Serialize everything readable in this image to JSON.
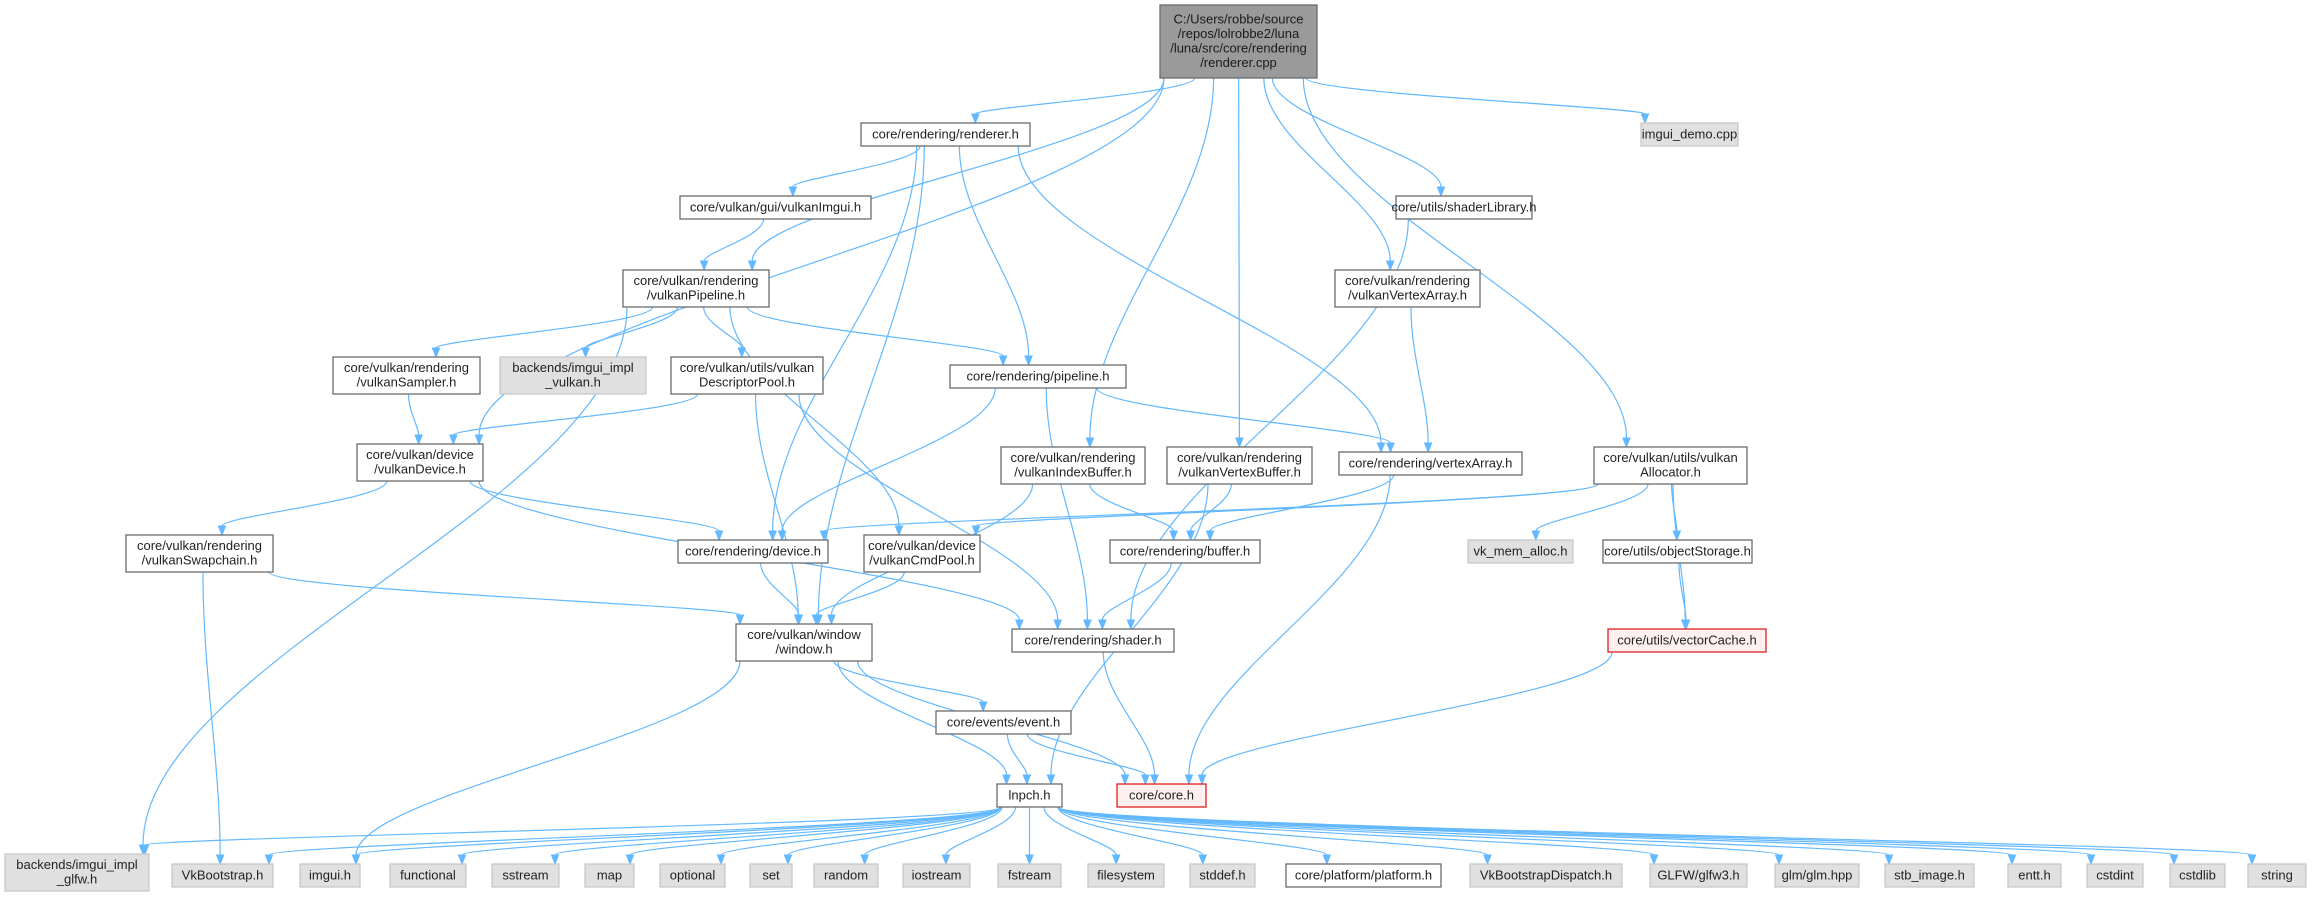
{
  "graph": {
    "nodes": [
      {
        "id": "renderer_cpp",
        "lines": [
          "C:/Users/robbe/source",
          "/repos/lolrobbe2/luna",
          "/luna/src/core/rendering",
          "/renderer.cpp"
        ],
        "kind": "root"
      },
      {
        "id": "renderer_h",
        "lines": [
          "core/rendering/renderer.h"
        ],
        "kind": "normal"
      },
      {
        "id": "imgui_demo",
        "lines": [
          "imgui_demo.cpp"
        ],
        "kind": "external"
      },
      {
        "id": "vulkanImgui",
        "lines": [
          "core/vulkan/gui/vulkanImgui.h"
        ],
        "kind": "normal"
      },
      {
        "id": "shaderLibrary",
        "lines": [
          "core/utils/shaderLibrary.h"
        ],
        "kind": "normal"
      },
      {
        "id": "vulkanPipeline",
        "lines": [
          "core/vulkan/rendering",
          "/vulkanPipeline.h"
        ],
        "kind": "normal"
      },
      {
        "id": "vulkanVertexArray",
        "lines": [
          "core/vulkan/rendering",
          "/vulkanVertexArray.h"
        ],
        "kind": "normal"
      },
      {
        "id": "vulkanSampler",
        "lines": [
          "core/vulkan/rendering",
          "/vulkanSampler.h"
        ],
        "kind": "normal"
      },
      {
        "id": "imgui_impl_vulkan",
        "lines": [
          "backends/imgui_impl",
          "_vulkan.h"
        ],
        "kind": "external"
      },
      {
        "id": "descriptorPool",
        "lines": [
          "core/vulkan/utils/vulkan",
          "DescriptorPool.h"
        ],
        "kind": "normal"
      },
      {
        "id": "pipeline_h",
        "lines": [
          "core/rendering/pipeline.h"
        ],
        "kind": "normal"
      },
      {
        "id": "vulkanDevice",
        "lines": [
          "core/vulkan/device",
          "/vulkanDevice.h"
        ],
        "kind": "normal"
      },
      {
        "id": "vulkanIndexBuffer",
        "lines": [
          "core/vulkan/rendering",
          "/vulkanIndexBuffer.h"
        ],
        "kind": "normal"
      },
      {
        "id": "vulkanVertexBuffer",
        "lines": [
          "core/vulkan/rendering",
          "/vulkanVertexBuffer.h"
        ],
        "kind": "normal"
      },
      {
        "id": "vertexArray",
        "lines": [
          "core/rendering/vertexArray.h"
        ],
        "kind": "normal"
      },
      {
        "id": "allocator",
        "lines": [
          "core/vulkan/utils/vulkan",
          "Allocator.h"
        ],
        "kind": "normal"
      },
      {
        "id": "swapchain",
        "lines": [
          "core/vulkan/rendering",
          "/vulkanSwapchain.h"
        ],
        "kind": "normal"
      },
      {
        "id": "device_h",
        "lines": [
          "core/rendering/device.h"
        ],
        "kind": "normal"
      },
      {
        "id": "cmdPool",
        "lines": [
          "core/vulkan/device",
          "/vulkanCmdPool.h"
        ],
        "kind": "normal"
      },
      {
        "id": "buffer_h",
        "lines": [
          "core/rendering/buffer.h"
        ],
        "kind": "normal"
      },
      {
        "id": "vk_mem_alloc",
        "lines": [
          "vk_mem_alloc.h"
        ],
        "kind": "external"
      },
      {
        "id": "objectStorage",
        "lines": [
          "core/utils/objectStorage.h"
        ],
        "kind": "normal"
      },
      {
        "id": "window_h",
        "lines": [
          "core/vulkan/window",
          "/window.h"
        ],
        "kind": "normal"
      },
      {
        "id": "shader_h",
        "lines": [
          "core/rendering/shader.h"
        ],
        "kind": "normal"
      },
      {
        "id": "vectorCache",
        "lines": [
          "core/utils/vectorCache.h"
        ],
        "kind": "red"
      },
      {
        "id": "event_h",
        "lines": [
          "core/events/event.h"
        ],
        "kind": "normal"
      },
      {
        "id": "lnpch",
        "lines": [
          "lnpch.h"
        ],
        "kind": "normal"
      },
      {
        "id": "core_h",
        "lines": [
          "core/core.h"
        ],
        "kind": "red"
      },
      {
        "id": "imgui_impl_glfw",
        "lines": [
          "backends/imgui_impl",
          "_glfw.h"
        ],
        "kind": "external"
      },
      {
        "id": "VkBootstrap",
        "lines": [
          "VkBootstrap.h"
        ],
        "kind": "external"
      },
      {
        "id": "imgui_h",
        "lines": [
          "imgui.h"
        ],
        "kind": "external"
      },
      {
        "id": "functional",
        "lines": [
          "functional"
        ],
        "kind": "external"
      },
      {
        "id": "sstream",
        "lines": [
          "sstream"
        ],
        "kind": "external"
      },
      {
        "id": "map",
        "lines": [
          "map"
        ],
        "kind": "external"
      },
      {
        "id": "optional",
        "lines": [
          "optional"
        ],
        "kind": "external"
      },
      {
        "id": "set",
        "lines": [
          "set"
        ],
        "kind": "external"
      },
      {
        "id": "random",
        "lines": [
          "random"
        ],
        "kind": "external"
      },
      {
        "id": "iostream",
        "lines": [
          "iostream"
        ],
        "kind": "external"
      },
      {
        "id": "fstream",
        "lines": [
          "fstream"
        ],
        "kind": "external"
      },
      {
        "id": "filesystem",
        "lines": [
          "filesystem"
        ],
        "kind": "external"
      },
      {
        "id": "stddef",
        "lines": [
          "stddef.h"
        ],
        "kind": "external"
      },
      {
        "id": "platform_h",
        "lines": [
          "core/platform/platform.h"
        ],
        "kind": "normal"
      },
      {
        "id": "VkBootstrapDispatch",
        "lines": [
          "VkBootstrapDispatch.h"
        ],
        "kind": "external"
      },
      {
        "id": "glfw3",
        "lines": [
          "GLFW/glfw3.h"
        ],
        "kind": "external"
      },
      {
        "id": "glm",
        "lines": [
          "glm/glm.hpp"
        ],
        "kind": "external"
      },
      {
        "id": "stb_image",
        "lines": [
          "stb_image.h"
        ],
        "kind": "external"
      },
      {
        "id": "entt",
        "lines": [
          "entt.h"
        ],
        "kind": "external"
      },
      {
        "id": "cstdint",
        "lines": [
          "cstdint"
        ],
        "kind": "external"
      },
      {
        "id": "cstdlib",
        "lines": [
          "cstdlib"
        ],
        "kind": "external"
      },
      {
        "id": "string",
        "lines": [
          "string"
        ],
        "kind": "external"
      }
    ],
    "edges": [
      [
        "renderer_cpp",
        "renderer_h"
      ],
      [
        "renderer_cpp",
        "imgui_demo"
      ],
      [
        "renderer_cpp",
        "shaderLibrary"
      ],
      [
        "renderer_cpp",
        "vulkanVertexArray"
      ],
      [
        "renderer_cpp",
        "vulkanPipeline"
      ],
      [
        "renderer_cpp",
        "vulkanDevice"
      ],
      [
        "renderer_cpp",
        "vulkanIndexBuffer"
      ],
      [
        "renderer_cpp",
        "vulkanVertexBuffer"
      ],
      [
        "renderer_cpp",
        "allocator"
      ],
      [
        "renderer_h",
        "vulkanImgui"
      ],
      [
        "renderer_h",
        "pipeline_h"
      ],
      [
        "renderer_h",
        "vertexArray"
      ],
      [
        "renderer_h",
        "device_h"
      ],
      [
        "renderer_h",
        "window_h"
      ],
      [
        "vulkanImgui",
        "vulkanPipeline"
      ],
      [
        "vulkanPipeline",
        "vulkanSampler"
      ],
      [
        "vulkanPipeline",
        "imgui_impl_vulkan"
      ],
      [
        "vulkanPipeline",
        "descriptorPool"
      ],
      [
        "vulkanPipeline",
        "pipeline_h"
      ],
      [
        "vulkanPipeline",
        "cmdPool"
      ],
      [
        "vulkanPipeline",
        "imgui_impl_glfw"
      ],
      [
        "vulkanSampler",
        "vulkanDevice"
      ],
      [
        "descriptorPool",
        "vulkanDevice"
      ],
      [
        "descriptorPool",
        "window_h"
      ],
      [
        "descriptorPool",
        "shader_h"
      ],
      [
        "pipeline_h",
        "vertexArray"
      ],
      [
        "pipeline_h",
        "device_h"
      ],
      [
        "pipeline_h",
        "shader_h"
      ],
      [
        "shaderLibrary",
        "shader_h"
      ],
      [
        "vulkanVertexArray",
        "vertexArray"
      ],
      [
        "vulkanDevice",
        "swapchain"
      ],
      [
        "vulkanDevice",
        "device_h"
      ],
      [
        "vulkanDevice",
        "shader_h"
      ],
      [
        "vulkanIndexBuffer",
        "buffer_h"
      ],
      [
        "vulkanIndexBuffer",
        "window_h"
      ],
      [
        "vulkanVertexBuffer",
        "buffer_h"
      ],
      [
        "vulkanVertexBuffer",
        "lnpch"
      ],
      [
        "vertexArray",
        "buffer_h"
      ],
      [
        "vertexArray",
        "core_h"
      ],
      [
        "allocator",
        "device_h"
      ],
      [
        "allocator",
        "cmdPool"
      ],
      [
        "allocator",
        "vk_mem_alloc"
      ],
      [
        "allocator",
        "objectStorage"
      ],
      [
        "allocator",
        "vectorCache"
      ],
      [
        "objectStorage",
        "vectorCache"
      ],
      [
        "swapchain",
        "window_h"
      ],
      [
        "swapchain",
        "VkBootstrap"
      ],
      [
        "device_h",
        "window_h"
      ],
      [
        "cmdPool",
        "window_h"
      ],
      [
        "buffer_h",
        "shader_h"
      ],
      [
        "window_h",
        "event_h"
      ],
      [
        "window_h",
        "lnpch"
      ],
      [
        "window_h",
        "core_h"
      ],
      [
        "window_h",
        "imgui_h"
      ],
      [
        "shader_h",
        "core_h"
      ],
      [
        "vectorCache",
        "core_h"
      ],
      [
        "event_h",
        "lnpch"
      ],
      [
        "event_h",
        "core_h"
      ],
      [
        "lnpch",
        "imgui_impl_glfw"
      ],
      [
        "lnpch",
        "VkBootstrap"
      ],
      [
        "lnpch",
        "imgui_h"
      ],
      [
        "lnpch",
        "functional"
      ],
      [
        "lnpch",
        "sstream"
      ],
      [
        "lnpch",
        "map"
      ],
      [
        "lnpch",
        "optional"
      ],
      [
        "lnpch",
        "set"
      ],
      [
        "lnpch",
        "random"
      ],
      [
        "lnpch",
        "iostream"
      ],
      [
        "lnpch",
        "fstream"
      ],
      [
        "lnpch",
        "filesystem"
      ],
      [
        "lnpch",
        "stddef"
      ],
      [
        "lnpch",
        "platform_h"
      ],
      [
        "lnpch",
        "VkBootstrapDispatch"
      ],
      [
        "lnpch",
        "glfw3"
      ],
      [
        "lnpch",
        "glm"
      ],
      [
        "lnpch",
        "stb_image"
      ],
      [
        "lnpch",
        "entt"
      ],
      [
        "lnpch",
        "cstdint"
      ],
      [
        "lnpch",
        "cstdlib"
      ],
      [
        "lnpch",
        "string"
      ]
    ]
  }
}
